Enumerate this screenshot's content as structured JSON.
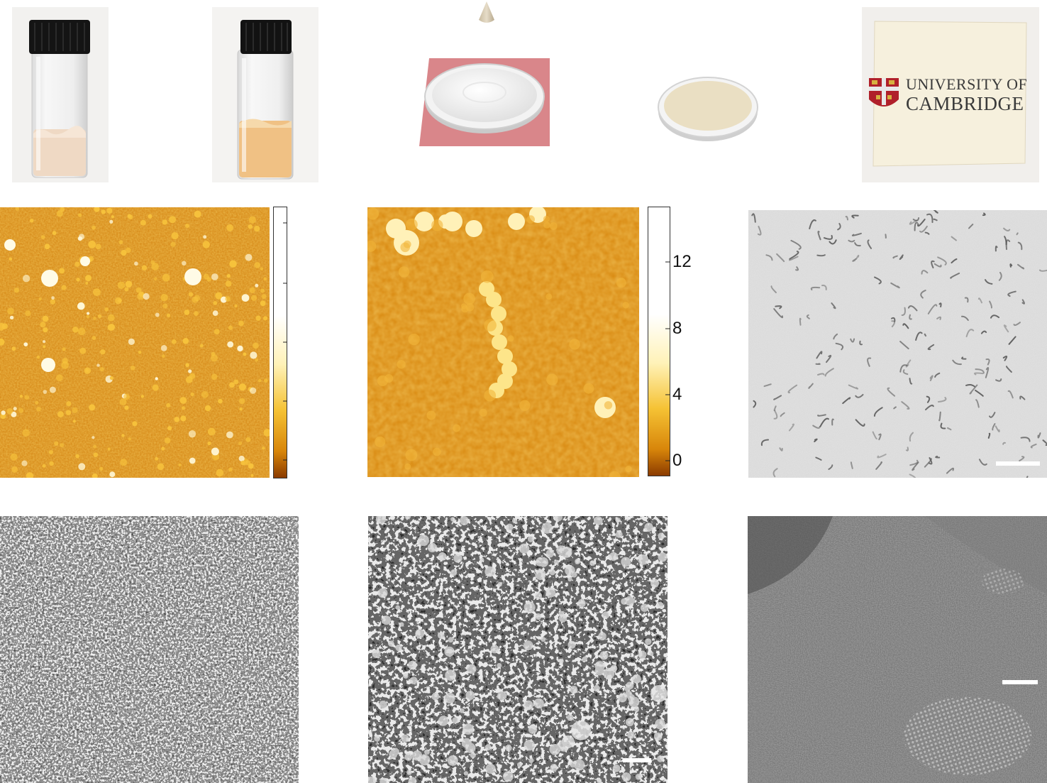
{
  "film_logo": {
    "line1": "UNIVERSITY OF",
    "line2": "CAMBRIDGE"
  },
  "colorbar_1": {
    "tick_labels": []
  },
  "colorbar_2": {
    "tick_labels": [
      "12",
      "8",
      "4",
      "0"
    ]
  },
  "colors": {
    "afm_dark": "#b25d00",
    "afm_mid": "#e39a12",
    "afm_bright": "#fff3b0",
    "liquid_vial1": "#efd9c4",
    "liquid_vial2": "#f0c184",
    "cast_plate": "#d9868a",
    "film_bg": "#f6f0dd",
    "logo_red": "#b0202a",
    "logo_text": "#3a3a3a"
  }
}
